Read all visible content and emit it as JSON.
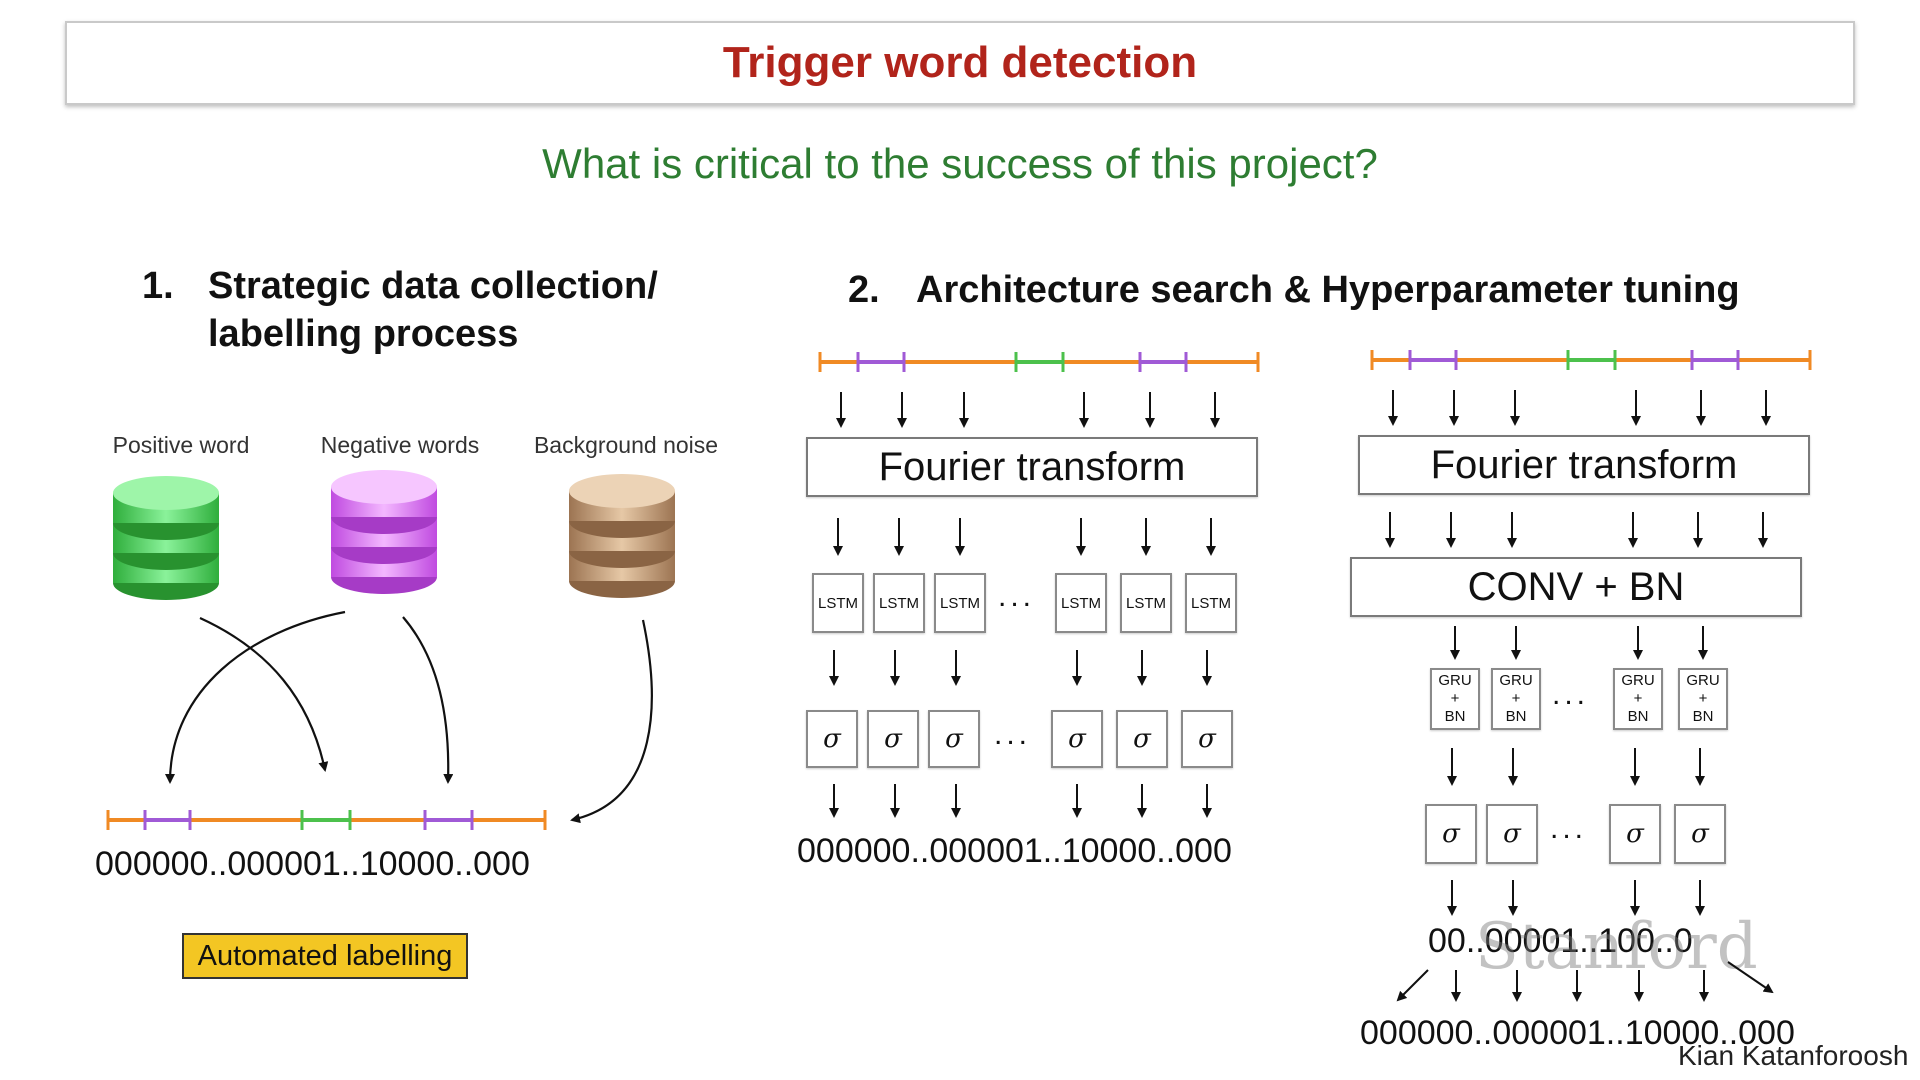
{
  "title": "Trigger word detection",
  "subtitle": "What is critical to the success of this project?",
  "section1": {
    "number": "1.",
    "heading_line1": "Strategic data collection/",
    "heading_line2": "labelling process",
    "databases": [
      {
        "label": "Positive word",
        "color": "#4cd964"
      },
      {
        "label": "Negative words",
        "color": "#e07cf0"
      },
      {
        "label": "Background noise",
        "color": "#c9a37c"
      }
    ],
    "output_bits": "000000..000001..10000..000",
    "automated_label": "Automated labelling"
  },
  "section2": {
    "number": "2.",
    "heading": "Architecture search & Hyperparameter tuning",
    "model_a": {
      "fourier": "Fourier transform",
      "cell_label": "LSTM",
      "sigma": "σ",
      "dots": "...",
      "output_bits": "000000..000001..10000..000"
    },
    "model_b": {
      "fourier": "Fourier transform",
      "conv": "CONV + BN",
      "gru_line1": "GRU",
      "gru_line2": "+",
      "gru_line3": "BN",
      "sigma": "σ",
      "dots": "...",
      "intermediate_bits": "00..00001..100..0",
      "output_bits": "000000..000001..10000..000"
    }
  },
  "watermark": "Stanford",
  "author": "Kian Katanforoosh",
  "colors": {
    "title": "#b1241b",
    "subtitle": "#2e7d32",
    "timeline": "#f08a24",
    "positive": "#4cc14c",
    "negative": "#a05ad6",
    "highlight": "#f3c623"
  }
}
